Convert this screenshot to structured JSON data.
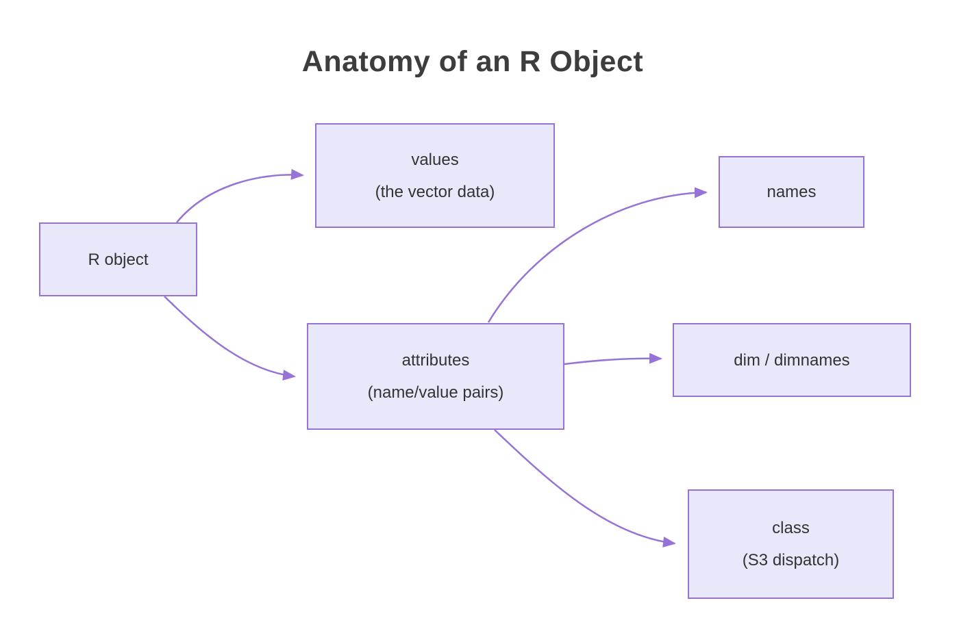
{
  "title": "Anatomy of an R Object",
  "diagram": {
    "nodes": {
      "r_object": {
        "label": "R object"
      },
      "values": {
        "line1": "values",
        "line2": "(the vector data)"
      },
      "attributes": {
        "line1": "attributes",
        "line2": "(name/value pairs)"
      },
      "names": {
        "label": "names"
      },
      "dim": {
        "label": "dim / dimnames"
      },
      "class": {
        "line1": "class",
        "line2": "(S3 dispatch)"
      }
    },
    "edges": [
      {
        "from": "r_object",
        "to": "values"
      },
      {
        "from": "r_object",
        "to": "attributes"
      },
      {
        "from": "attributes",
        "to": "names"
      },
      {
        "from": "attributes",
        "to": "dim"
      },
      {
        "from": "attributes",
        "to": "class"
      }
    ],
    "colors": {
      "node_fill": "#e9e8fb",
      "node_border": "#9673d2",
      "arrow": "#9673d6",
      "title_text": "#3d3d3d",
      "node_text": "#333333"
    }
  }
}
